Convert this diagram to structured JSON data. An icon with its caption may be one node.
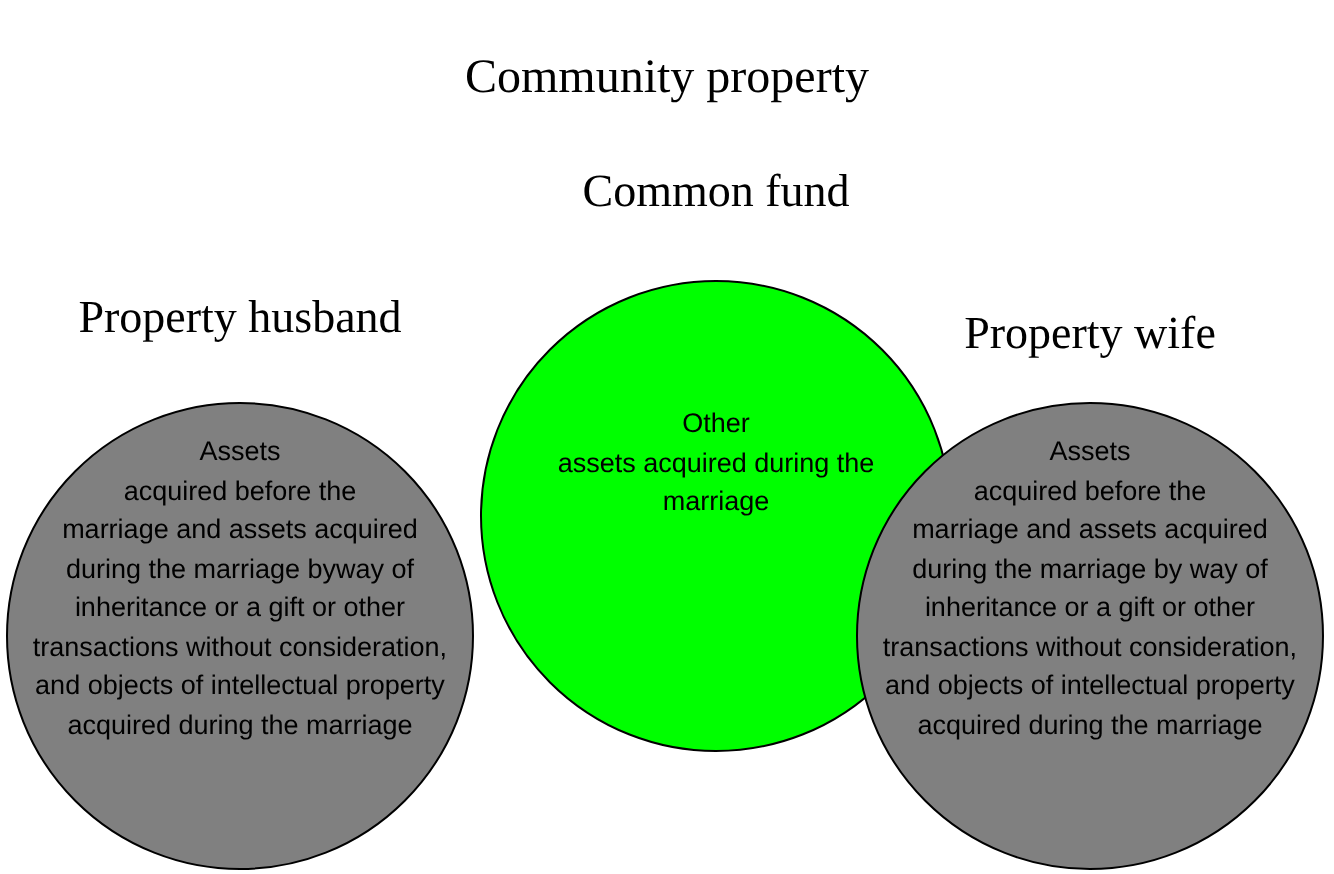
{
  "diagram": {
    "title": "Community property",
    "nodes": [
      {
        "text": [
          "Property husband",
          "Assets acquired before the marriage and assets acquired during the marriage byway of inheritance or a gift or other transactions without consideration, and objects of intellectual property acquired during the marriage"
        ]
      },
      {
        "text": [
          "Common fund",
          "Other assets acquired during the marriage"
        ]
      },
      {
        "text": [
          "Property wife",
          "Assets acquired before the marriage and assets acquired during the marriage by way of inheritance or a gift or other transactions without consideration, and objects of intellectual property acquired during the marriage"
        ]
      }
    ]
  }
}
